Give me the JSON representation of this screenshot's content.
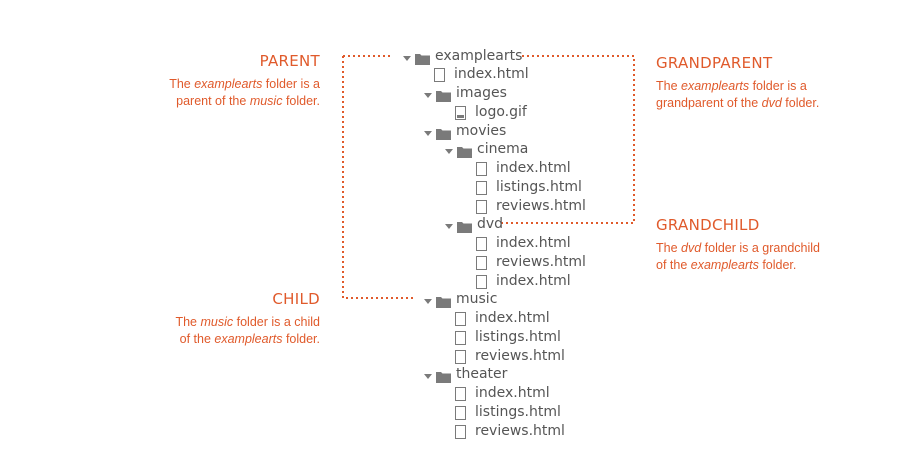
{
  "tree": [
    {
      "type": "folder",
      "name": "examplearts",
      "depth": 0,
      "id": "examplearts"
    },
    {
      "type": "file",
      "name": "index.html",
      "depth": 1
    },
    {
      "type": "folder",
      "name": "images",
      "depth": 1,
      "id": "images"
    },
    {
      "type": "image-file",
      "name": "logo.gif",
      "depth": 2
    },
    {
      "type": "folder",
      "name": "movies",
      "depth": 1,
      "id": "movies"
    },
    {
      "type": "folder",
      "name": "cinema",
      "depth": 2,
      "id": "cinema"
    },
    {
      "type": "file",
      "name": "index.html",
      "depth": 3
    },
    {
      "type": "file",
      "name": "listings.html",
      "depth": 3
    },
    {
      "type": "file",
      "name": "reviews.html",
      "depth": 3
    },
    {
      "type": "folder",
      "name": "dvd",
      "depth": 2,
      "id": "dvd"
    },
    {
      "type": "file",
      "name": "index.html",
      "depth": 3
    },
    {
      "type": "file",
      "name": "reviews.html",
      "depth": 3
    },
    {
      "type": "file",
      "name": "index.html",
      "depth": 3
    },
    {
      "type": "folder",
      "name": "music",
      "depth": 1,
      "id": "music"
    },
    {
      "type": "file",
      "name": "index.html",
      "depth": 2
    },
    {
      "type": "file",
      "name": "listings.html",
      "depth": 2
    },
    {
      "type": "file",
      "name": "reviews.html",
      "depth": 2
    },
    {
      "type": "folder",
      "name": "theater",
      "depth": 1,
      "id": "theater"
    },
    {
      "type": "file",
      "name": "index.html",
      "depth": 2
    },
    {
      "type": "file",
      "name": "listings.html",
      "depth": 2
    },
    {
      "type": "file",
      "name": "reviews.html",
      "depth": 2
    }
  ],
  "notes": {
    "parent": {
      "title": "PARENT",
      "line1": [
        "The ",
        "examplearts",
        " folder is a"
      ],
      "line2": [
        "parent of the ",
        "music",
        " folder."
      ]
    },
    "child": {
      "title": "CHILD",
      "line1": [
        "The ",
        "music",
        " folder is a child"
      ],
      "line2": [
        "of the ",
        "examplearts",
        " folder."
      ]
    },
    "grandparent": {
      "title": "GRANDPARENT",
      "line1": [
        "The ",
        "examplearts",
        " folder is a"
      ],
      "line2": [
        "grandparent of the ",
        "dvd",
        " folder."
      ]
    },
    "grandchild": {
      "title": "GRANDCHILD",
      "line1": [
        "The ",
        "dvd",
        " folder is a grandchild"
      ],
      "line2": [
        "of the ",
        "examplearts",
        " folder."
      ]
    }
  },
  "colors": {
    "accent": "#e05a2b",
    "text": "#555555",
    "icon": "#7a7a7a"
  },
  "icons": {
    "folder": "folder-icon",
    "file": "file-icon",
    "image_file": "image-file-icon",
    "expand": "expand-arrow-icon"
  }
}
